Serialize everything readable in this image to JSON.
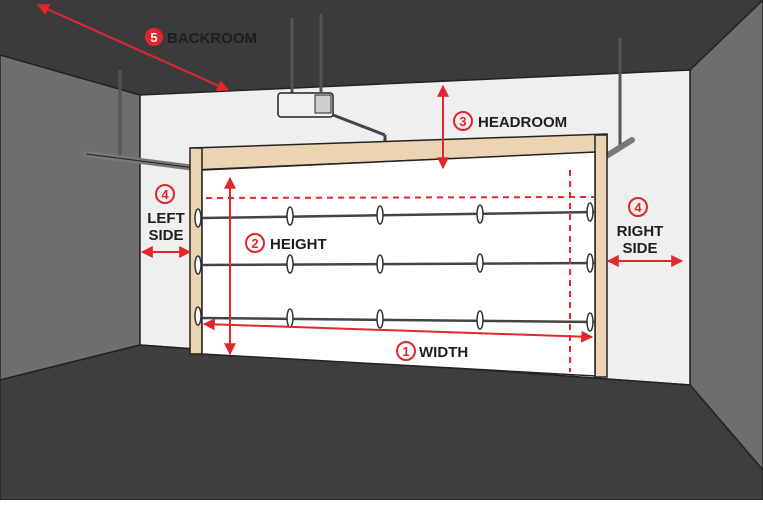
{
  "labels": {
    "backroom": {
      "number": "5",
      "text": "BACKROOM"
    },
    "headroom": {
      "number": "3",
      "text": "HEADROOM"
    },
    "height": {
      "number": "2",
      "text": "HEIGHT"
    },
    "width": {
      "number": "1",
      "text": "WIDTH"
    },
    "left_side": {
      "number": "4",
      "line1": "LEFT",
      "line2": "SIDE"
    },
    "right_side": {
      "number": "4",
      "line1": "RIGHT",
      "line2": "SIDE"
    }
  },
  "colors": {
    "accent": "#e3262b",
    "ceiling": "#3b3b3b",
    "floor": "#3e3e3e",
    "side_wall": "#6b6b6b",
    "back_wall": "#eeeeee",
    "header_wood": "#ecd3b2",
    "door": "#ffffff",
    "outline": "#222222"
  }
}
